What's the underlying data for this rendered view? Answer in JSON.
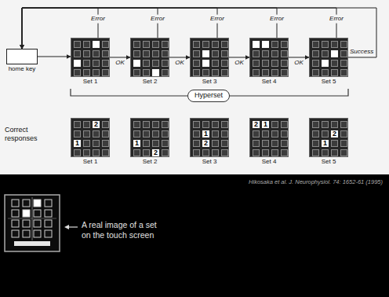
{
  "diagram": {
    "nodes": [
      {
        "text": [
          "home key"
        ]
      },
      {
        "text": [
          "Set 1"
        ]
      },
      {
        "text": [
          "Set 2"
        ]
      },
      {
        "text": [
          "Set 3"
        ]
      },
      {
        "text": [
          "Set 4"
        ]
      },
      {
        "text": [
          "Set 5"
        ]
      },
      {
        "text": [
          "Hyperset"
        ]
      },
      {
        "text": [
          "2",
          "1",
          "Set 1"
        ]
      },
      {
        "text": [
          "1",
          "2",
          "Set 2"
        ]
      },
      {
        "text": [
          "1",
          "2",
          "Set 3"
        ]
      },
      {
        "text": [
          "2",
          "1",
          "Set 4"
        ]
      },
      {
        "text": [
          "2",
          "1",
          "Set 5"
        ]
      }
    ],
    "edges": [
      {
        "from": 0,
        "to": 1,
        "arrow": "to"
      },
      {
        "from": 1,
        "to": 2,
        "label": "OK",
        "arrow": "to"
      },
      {
        "from": 2,
        "to": 3,
        "label": "OK",
        "arrow": "to"
      },
      {
        "from": 3,
        "to": 4,
        "label": "OK",
        "arrow": "to"
      },
      {
        "from": 4,
        "to": 5,
        "label": "OK",
        "arrow": "to"
      },
      {
        "from": 1,
        "to": 0,
        "label": "Error",
        "arrow": "to"
      },
      {
        "from": 2,
        "to": 0,
        "label": "Error",
        "arrow": "to"
      },
      {
        "from": 3,
        "to": 0,
        "label": "Error",
        "arrow": "to"
      },
      {
        "from": 4,
        "to": 0,
        "label": "Error",
        "arrow": "to"
      },
      {
        "from": 5,
        "to": 0,
        "label": "Error",
        "arrow": "to"
      },
      {
        "from": 5,
        "to": 0,
        "label": "Success",
        "arrow": "to"
      }
    ],
    "labels": [
      "Correct responses",
      "Hikosaka et al. J. Neurophysiol. 74: 1652-61 (1995)",
      "A real image of a set on the touch screen"
    ]
  }
}
